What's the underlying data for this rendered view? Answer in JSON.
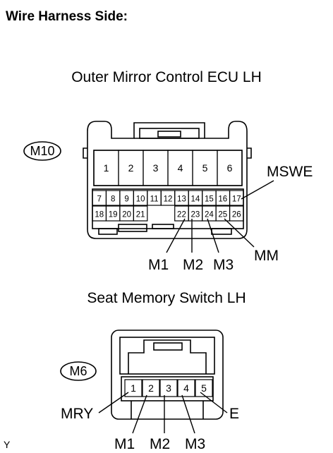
{
  "heading": "Wire Harness Side:",
  "connector1": {
    "title": "Outer Mirror Control ECU LH",
    "id": "M10",
    "top_pins": [
      "1",
      "2",
      "3",
      "4",
      "5",
      "6"
    ],
    "row2_pins": [
      "7",
      "8",
      "9",
      "10",
      "11",
      "12",
      "13",
      "14",
      "15",
      "16",
      "17"
    ],
    "row3_pins": [
      "18",
      "19",
      "20",
      "21",
      "22",
      "23",
      "24",
      "25",
      "26"
    ],
    "signals": {
      "msw": "MSWE",
      "m1": "M1",
      "m2": "M2",
      "m3": "M3",
      "mm": "MM"
    }
  },
  "connector2": {
    "title": "Seat Memory Switch LH",
    "id": "M6",
    "pins": [
      "1",
      "2",
      "3",
      "4",
      "5"
    ],
    "signals": {
      "mry": "MRY",
      "e": "E",
      "m1": "M1",
      "m2": "M2",
      "m3": "M3"
    }
  },
  "corner_mark": "Y"
}
